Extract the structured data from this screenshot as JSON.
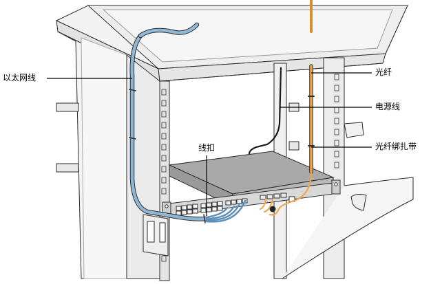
{
  "labels": {
    "ethernet": "以太网线",
    "fiber": "光纤",
    "power": "电源线",
    "cable_tie": "线扣",
    "fiber_tie": "光纤绑扎带"
  },
  "colors": {
    "ethernet": "#8fb8d8",
    "fiber": "#f0a64a",
    "device": "#a9a9a9",
    "outline": "#2b2b2b"
  }
}
